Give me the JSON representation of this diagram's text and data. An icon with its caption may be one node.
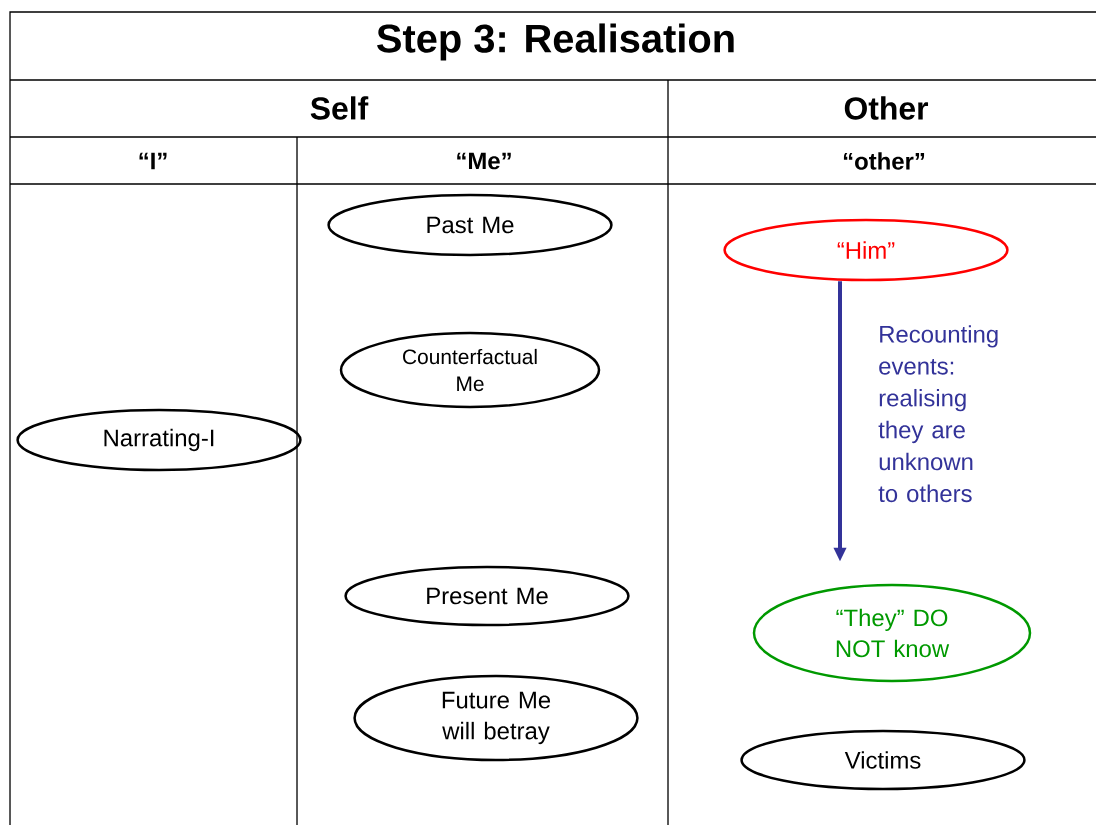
{
  "diagram": {
    "title": "Step 3: Realisation",
    "nodes": [
      {
        "text": [
          "Narrating-I"
        ]
      },
      {
        "text": [
          "Past Me"
        ]
      },
      {
        "text": [
          "Counterfactual Me"
        ]
      },
      {
        "text": [
          "Present Me"
        ]
      },
      {
        "text": [
          "Future Me will betray"
        ]
      },
      {
        "text": [
          "“Him”"
        ]
      },
      {
        "text": [
          "“They” DO NOT know"
        ]
      },
      {
        "text": [
          "Victims"
        ]
      }
    ],
    "edges": [
      {
        "from": 5,
        "to": 6,
        "arrow": "to",
        "label": "Recounting events: realising they are unknown to others",
        "color": "#333399"
      }
    ],
    "labels": [
      "Self",
      "Other",
      "“I”",
      "“Me”",
      "“other”"
    ]
  }
}
